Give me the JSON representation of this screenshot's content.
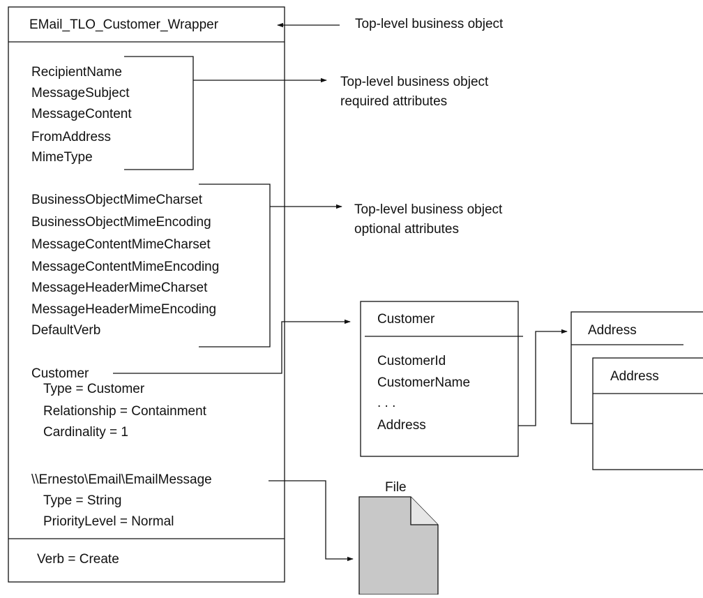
{
  "wrapper": {
    "title": "EMail_TLO_Customer_Wrapper",
    "required_attributes": [
      "RecipientName",
      "MessageSubject",
      "MessageContent",
      "FromAddress",
      "MimeType"
    ],
    "optional_attributes": [
      "BusinessObjectMimeCharset",
      "BusinessObjectMimeEncoding",
      "MessageContentMimeCharset",
      "MessageContentMimeEncoding",
      "MessageHeaderMimeCharset",
      "MessageHeaderMimeEncoding",
      "DefaultVerb"
    ],
    "customer_attr": {
      "name": "Customer",
      "type": "Type = Customer",
      "relationship": "Relationship = Containment",
      "cardinality": "Cardinality = 1"
    },
    "email_attr": {
      "name": "\\\\Ernesto\\Email\\EmailMessage",
      "type": "Type = String",
      "priority": "PriorityLevel = Normal"
    },
    "verb": "Verb = Create"
  },
  "annotations": {
    "top_level": "Top-level business object",
    "required_line1": "Top-level business object",
    "required_line2": "required attributes",
    "optional_line1": "Top-level business object",
    "optional_line2": "optional attributes"
  },
  "customer_box": {
    "title": "Customer",
    "attributes": [
      "CustomerId",
      "CustomerName",
      ". . .",
      "Address"
    ]
  },
  "address_boxes": {
    "back_title": "Address",
    "front_title": "Address"
  },
  "file": {
    "label": "File"
  }
}
